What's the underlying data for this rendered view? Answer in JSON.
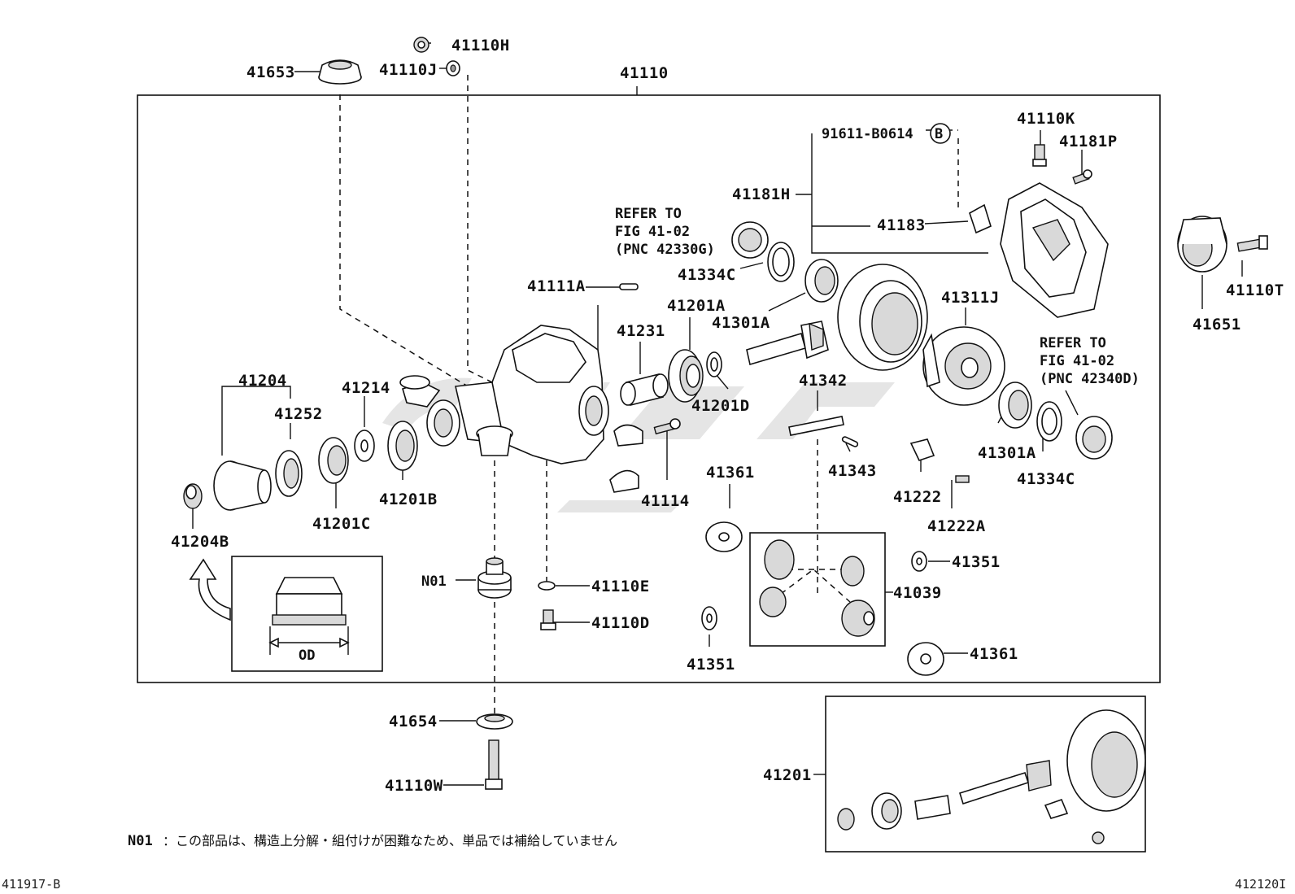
{
  "labels": {
    "p41110H": "41110H",
    "p41653": "41653",
    "p41110J": "41110J",
    "p41110": "41110",
    "p91611": "91611-B0614",
    "circB": "B",
    "p41110K": "41110K",
    "p41181P": "41181P",
    "p41181H": "41181H",
    "p41183": "41183",
    "refer1_l1": "REFER TO",
    "refer1_l2": "FIG 41-02",
    "refer1_l3": "(PNC 42330G)",
    "p41334C_top": "41334C",
    "p41111A": "41111A",
    "p41201A": "41201A",
    "p41301A_top": "41301A",
    "p41311J": "41311J",
    "p41651": "41651",
    "p41110T": "41110T",
    "refer2_l1": "REFER TO",
    "refer2_l2": "FIG 41-02",
    "refer2_l3": "(PNC 42340D)",
    "p41231": "41231",
    "p41201D": "41201D",
    "p41342": "41342",
    "p41204": "41204",
    "p41214": "41214",
    "p41252": "41252",
    "p41301A_bot": "41301A",
    "p41334C_bot": "41334C",
    "p41343": "41343",
    "p41114": "41114",
    "p41361_top": "41361",
    "p41222": "41222",
    "p41222A": "41222A",
    "p41201C": "41201C",
    "p41201B": "41201B",
    "p41204B": "41204B",
    "p41351_right": "41351",
    "pN01": "N01",
    "p41110E": "41110E",
    "p41039": "41039",
    "p41110D": "41110D",
    "p41351_bot": "41351",
    "p41361_bot": "41361",
    "od": "OD",
    "p41654": "41654",
    "p41201": "41201",
    "p41110W": "41110W"
  },
  "note_code": "N01",
  "note_text": "：この部品は、構造上分解・組付けが困難なため、単品では補給していません",
  "corner_left": "411917-B",
  "corner_right": "412120I",
  "watermark": "CarParts"
}
